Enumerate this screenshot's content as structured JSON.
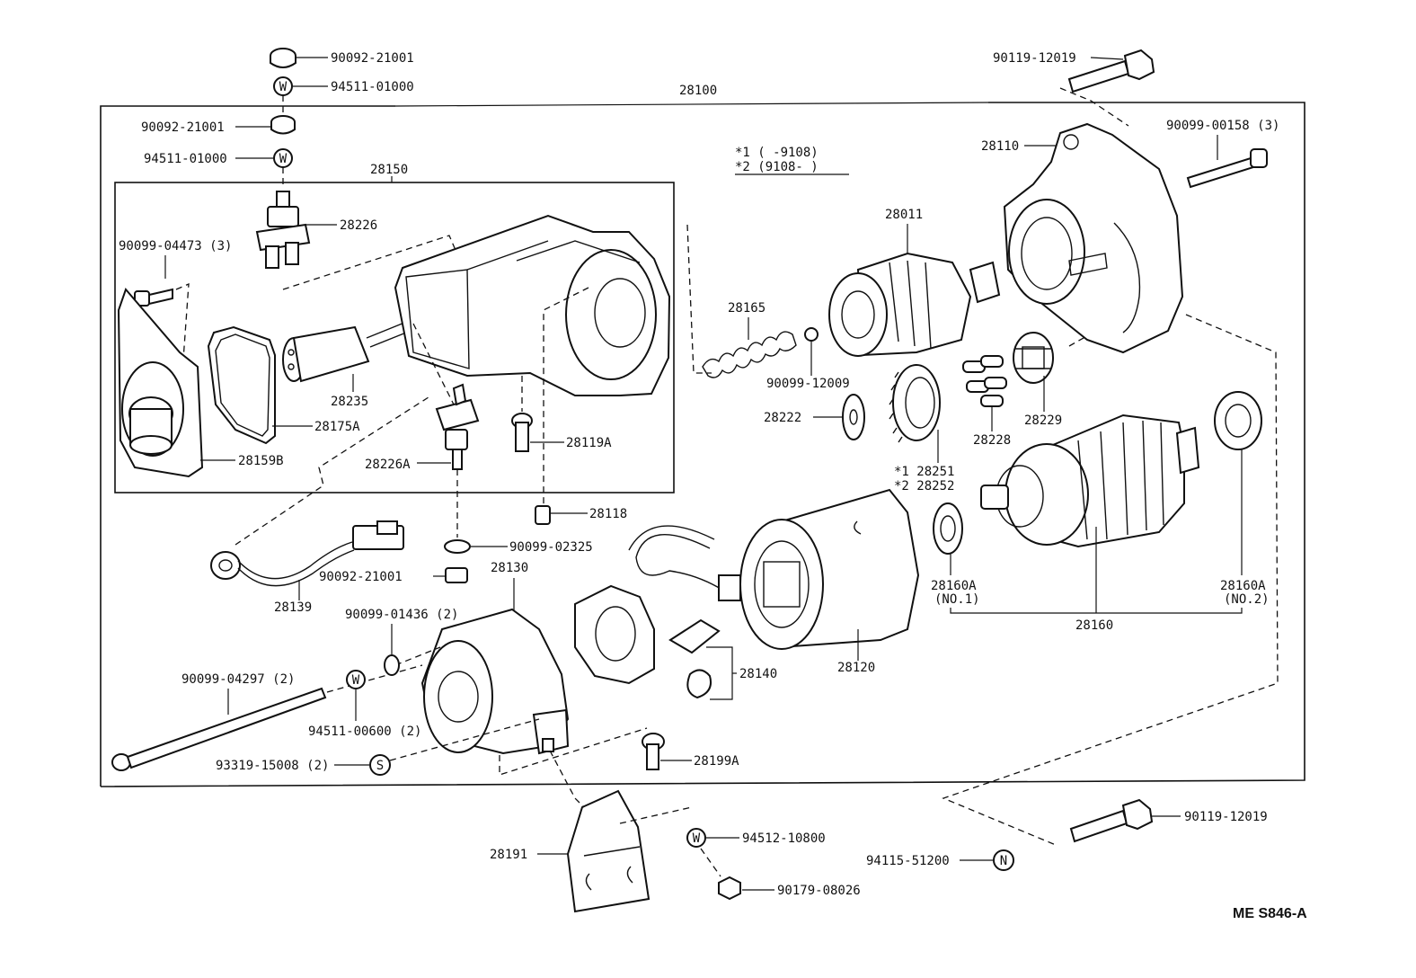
{
  "title": "",
  "diagram_code": "ME S846-A",
  "notes": {
    "line1": "*1 (     -9108)",
    "line2": "*2 (9108-     )"
  },
  "labels": {
    "p90092_21001_top": "90092-21001",
    "p94511_01000_top": "94511-01000",
    "p90092_21001_mid": "90092-21001",
    "p94511_01000_mid": "94511-01000",
    "p28100": "28100",
    "p90119_12019_top": "90119-12019",
    "p90099_00158": "90099-00158 (3)",
    "p28110": "28110",
    "p28150": "28150",
    "p28226": "28226",
    "p90099_04473": "90099-04473 (3)",
    "p28235": "28235",
    "p28175A": "28175A",
    "p28159B": "28159B",
    "p28226A": "28226A",
    "p28119A": "28119A",
    "p28118": "28118",
    "p90099_02325": "90099-02325",
    "p90092_21001_low": "90092-21001",
    "p28139": "28139",
    "p28130": "28130",
    "p90099_01436": "90099-01436 (2)",
    "p90099_04297": "90099-04297 (2)",
    "p94511_00600": "94511-00600 (2)",
    "p93319_15008": "93319-15008 (2)",
    "p28199A": "28199A",
    "p28140": "28140",
    "p28120": "28120",
    "p28191": "28191",
    "p94512_10800": "94512-10800",
    "p90179_08026": "90179-08026",
    "p28011": "28011",
    "p28165": "28165",
    "p90099_12009": "90099-12009",
    "p28222": "28222",
    "p28251": "*1  28251",
    "p28252": "*2  28252",
    "p28228": "28228",
    "p28229": "28229",
    "p28160A_1": "28160A",
    "p28160A_1_sub": "(NO.1)",
    "p28160A_2": "28160A",
    "p28160A_2_sub": "(NO.2)",
    "p28160": "28160",
    "p90119_12019_low": "90119-12019",
    "p94115_51200": "94115-51200"
  },
  "washer_letters": {
    "w": "W",
    "s": "S",
    "n": "N"
  }
}
